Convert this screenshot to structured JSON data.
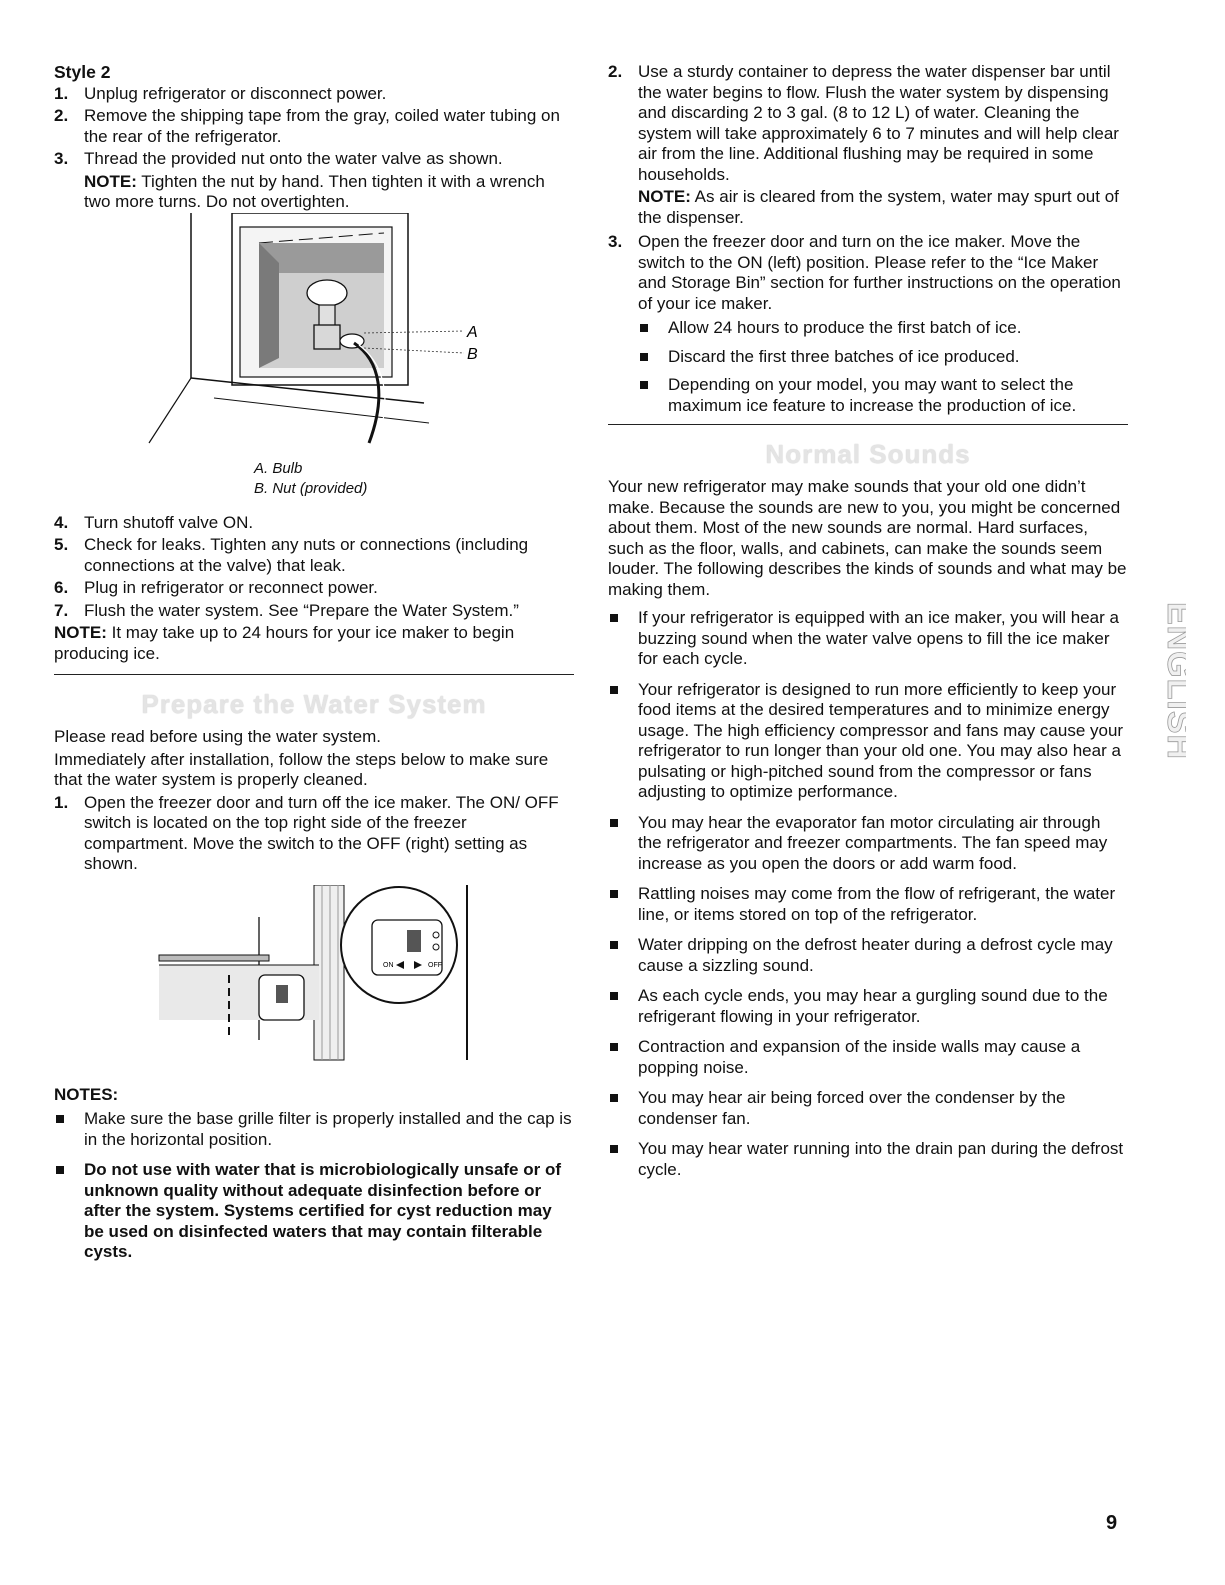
{
  "left": {
    "style_heading": "Style 2",
    "steps_a": [
      {
        "num": "1.",
        "text": "Unplug refrigerator or disconnect power."
      },
      {
        "num": "2.",
        "text": "Remove the shipping tape from the gray, coiled water tubing on the rear of the refrigerator."
      },
      {
        "num": "3.",
        "text": "Thread the provided nut onto the water valve as shown."
      }
    ],
    "note1_label": "NOTE:",
    "note1_text": " Tighten the nut by hand. Then tighten it with a wrench two more turns. Do not overtighten.",
    "figure1": {
      "label_a": "A",
      "label_b": "B",
      "caption_a": "A. Bulb",
      "caption_b": "B. Nut (provided)"
    },
    "steps_b": [
      {
        "num": "4.",
        "text": "Turn shutoff valve ON."
      },
      {
        "num": "5.",
        "text": "Check for leaks. Tighten any nuts or connections (including connections at the valve) that leak."
      },
      {
        "num": "6.",
        "text": "Plug in refrigerator or reconnect power."
      },
      {
        "num": "7.",
        "text": "Flush the water system. See “Prepare the Water System.”"
      }
    ],
    "note2_label": "NOTE:",
    "note2_text": " It may take up to 24 hours for your ice maker to begin producing ice.",
    "section_title": "Prepare the Water System",
    "para1": "Please read before using the water system.",
    "para2": "Immediately after installation, follow the steps below to make sure that the water system is properly cleaned.",
    "step_c": {
      "num": "1.",
      "text": "Open the freezer door and turn off the ice maker. The ON/ OFF switch is located on the top right side of the freezer compartment. Move the switch to the OFF (right) setting as shown."
    },
    "figure2": {
      "on": "ON",
      "off": "OFF"
    },
    "notes_heading": "NOTES:",
    "notes": [
      "Make sure the base grille filter is properly installed and the cap is in the horizontal position.",
      "Do not use with water that is microbiologically unsafe or of unknown quality without adequate disinfection before or after the system. Systems certified for cyst reduction may be used on disinfected waters that may contain filterable cysts."
    ]
  },
  "right": {
    "step2": {
      "num": "2.",
      "text": "Use a sturdy container to depress the water dispenser bar until the water begins to flow. Flush the water system by dispensing and discarding 2 to 3 gal. (8 to 12 L) of water. Cleaning the system will take approximately 6 to 7 minutes and will help clear air from the line. Additional flushing may be required in some households."
    },
    "note_label": "NOTE:",
    "note_text": " As air is cleared from the system, water may spurt out of the dispenser.",
    "step3": {
      "num": "3.",
      "text": "Open the freezer door and turn on the ice maker. Move the switch to the ON (left) position. Please refer to the “Ice Maker and Storage Bin” section for further instructions on the operation of your ice maker."
    },
    "sub_bullets": [
      "Allow 24 hours to produce the first batch of ice.",
      "Discard the first three batches of ice produced.",
      "Depending on your model, you may want to select the maximum ice feature to increase the production of ice."
    ],
    "section_title": "Normal Sounds",
    "intro": "Your new refrigerator may make sounds that your old one didn’t make. Because the sounds are new to you, you might be concerned about them. Most of the new sounds are normal. Hard surfaces, such as the floor, walls, and cabinets, can make the sounds seem louder. The following describes the kinds of sounds and what may be making them.",
    "sounds": [
      "If your refrigerator is equipped with an ice maker, you will hear a buzzing sound when the water valve opens to fill the ice maker for each cycle.",
      "Your refrigerator is designed to run more efficiently to keep your food items at the desired temperatures and to minimize energy usage. The high efficiency compressor and fans may cause your refrigerator to run longer than your old one. You may also hear a pulsating or high-pitched sound from the compressor or fans adjusting to optimize performance.",
      "You may hear the evaporator fan motor circulating air through the refrigerator and freezer compartments. The fan speed may increase as you open the doors or add warm food.",
      "Rattling noises may come from the flow of refrigerant, the water line, or items stored on top of the refrigerator.",
      "Water dripping on the defrost heater during a defrost cycle may cause a sizzling sound.",
      "As each cycle ends, you may hear a gurgling sound due to the refrigerant flowing in your refrigerator.",
      "Contraction and expansion of the inside walls may cause a popping noise.",
      "You may hear air being forced over the condenser by the condenser fan.",
      "You may hear water running into the drain pan during the defrost cycle."
    ]
  },
  "side_tab": "ENGLISH",
  "page_number": "9"
}
